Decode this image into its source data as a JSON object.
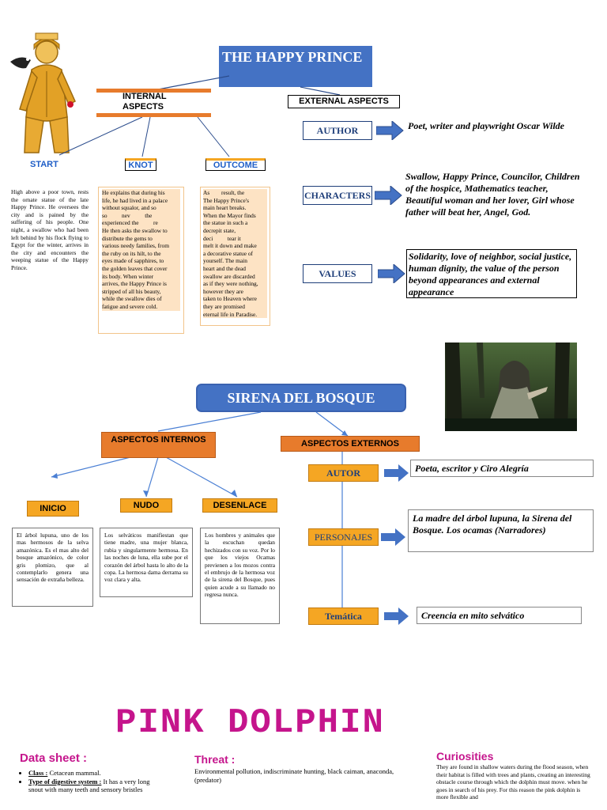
{
  "happy": {
    "title": "THE HAPPY PRINCE",
    "internal": "INTERNAL ASPECTS",
    "external": "EXTERNAL ASPECTS",
    "start": "START",
    "knot": "KNOT",
    "outcome": "OUTCOME",
    "start_text": "High above a poor town, rests the ornate statue of the late Happy Prince. He oversees the city and is pained by the suffering of his people. One night, a swallow who had been left behind by his flock flying to Egypt for the winter, arrives in the city and encounters the weeping statue of the Happy Prince.",
    "knot_lines": [
      "He explains that during his",
      "life, he had lived in a palace",
      "without squalor, and so",
      "so          nev          the",
      "experienced the          re",
      "He then asks the swallow to",
      "distribute the gems to",
      "various needy families, from",
      "the ruby on its hilt, to the",
      "eyes made of sapphires, to",
      "the golden leaves that cover",
      "its body. When winter",
      "arrives, the Happy Prince is",
      "stripped of all his beauty,",
      "while the swallow dies of",
      "fatigue and severe cold."
    ],
    "outcome_lines": [
      "As        result, the",
      "The Happy Prince's",
      "main heart breaks.",
      "When the Mayor finds",
      "the statue in such a",
      "decrepit state,",
      "deci          tear it",
      "melt it down and make",
      "a decorative statue of",
      "yourself. The main",
      "heart and the dead",
      "swallow are discarded",
      "as if they were nothing,",
      "however they are",
      "taken to Heaven where",
      "they are promised",
      "eternal life in Paradise."
    ],
    "author_label": "AUTHOR",
    "author_text": "Poet, writer and playwright Oscar Wilde",
    "characters_label": "CHARACTERS",
    "characters_text": "Swallow, Happy Prince, Councilor, Children of the hospice, Mathematics teacher, Beautiful woman and her lover, Girl whose father will beat her, Angel, God.",
    "values_label": "VALUES",
    "values_text": "Solidarity, love of neighbor, social justice, human dignity, the value of the person beyond appearances and external appearance"
  },
  "sirena": {
    "title": "SIRENA DEL BOSQUE",
    "internos": "ASPECTOS INTERNOS",
    "externos": "ASPECTOS EXTERNOS",
    "inicio": "INICIO",
    "nudo": "NUDO",
    "desenlace": "DESENLACE",
    "inicio_text": "El árbol lupuna, uno de los mas hermosos de la selva amazónica. Es el mas alto del bosque amazónico, de color gris plomizo, que al contemplarlo genera una sensación de extraña belleza.",
    "nudo_text": "Los selváticos manifiestan que tiene madre, una mujer blanca, rubia y singularmente hermosa. En las noches de luna, ella sube por el corazón del árbol hasta lo alto de la copa. La hermosa dama derrama su voz clara y alta.",
    "desenlace_text": "Los hombres y animales que la escuchan quedan hechizados con su voz. Por lo que los viejos Ocamas previenen a los mozos contra el embrujo de la hermosa voz de la sirena del Bosque, pues quien acude a su llamado no regresa nunca.",
    "autor": "AUTOR",
    "autor_text": "Poeta, escritor y Ciro Alegría",
    "personajes": "PERSONAJES",
    "personajes_text": "La madre del árbol lupuna, la Sirena del Bosque. Los ocamas (Narradores)",
    "tematica": "Temática",
    "tematica_text": "Creencia en mito selvático"
  },
  "dolphin": {
    "title": "PINK DOLPHIN",
    "data_sheet": "Data sheet :",
    "class_label": "Class :",
    "class_text": "Cetacean mammal.",
    "digestive_label": "Type of digestive system :",
    "digestive_text": "It has a very long snout with many teeth and sensory bristles",
    "threat": "Threat :",
    "threat_text": "Environmental pollution, indiscriminate hunting, black caiman, anaconda, (predator)",
    "curiosities": "Curiosities",
    "curiosities_text": "They are found in shallow waters during the flood season, when their habitat is filled with trees and plants, creating an interesting obstacle course through which the dolphin must move. when he goes in search of his prey. For this reason the pink dolphin is more flexible and"
  },
  "colors": {
    "blue": "#4472c4",
    "orange": "#e77b2c",
    "gold": "#f5a623",
    "magenta": "#c5158c",
    "darkblue": "#1f3f7a"
  }
}
